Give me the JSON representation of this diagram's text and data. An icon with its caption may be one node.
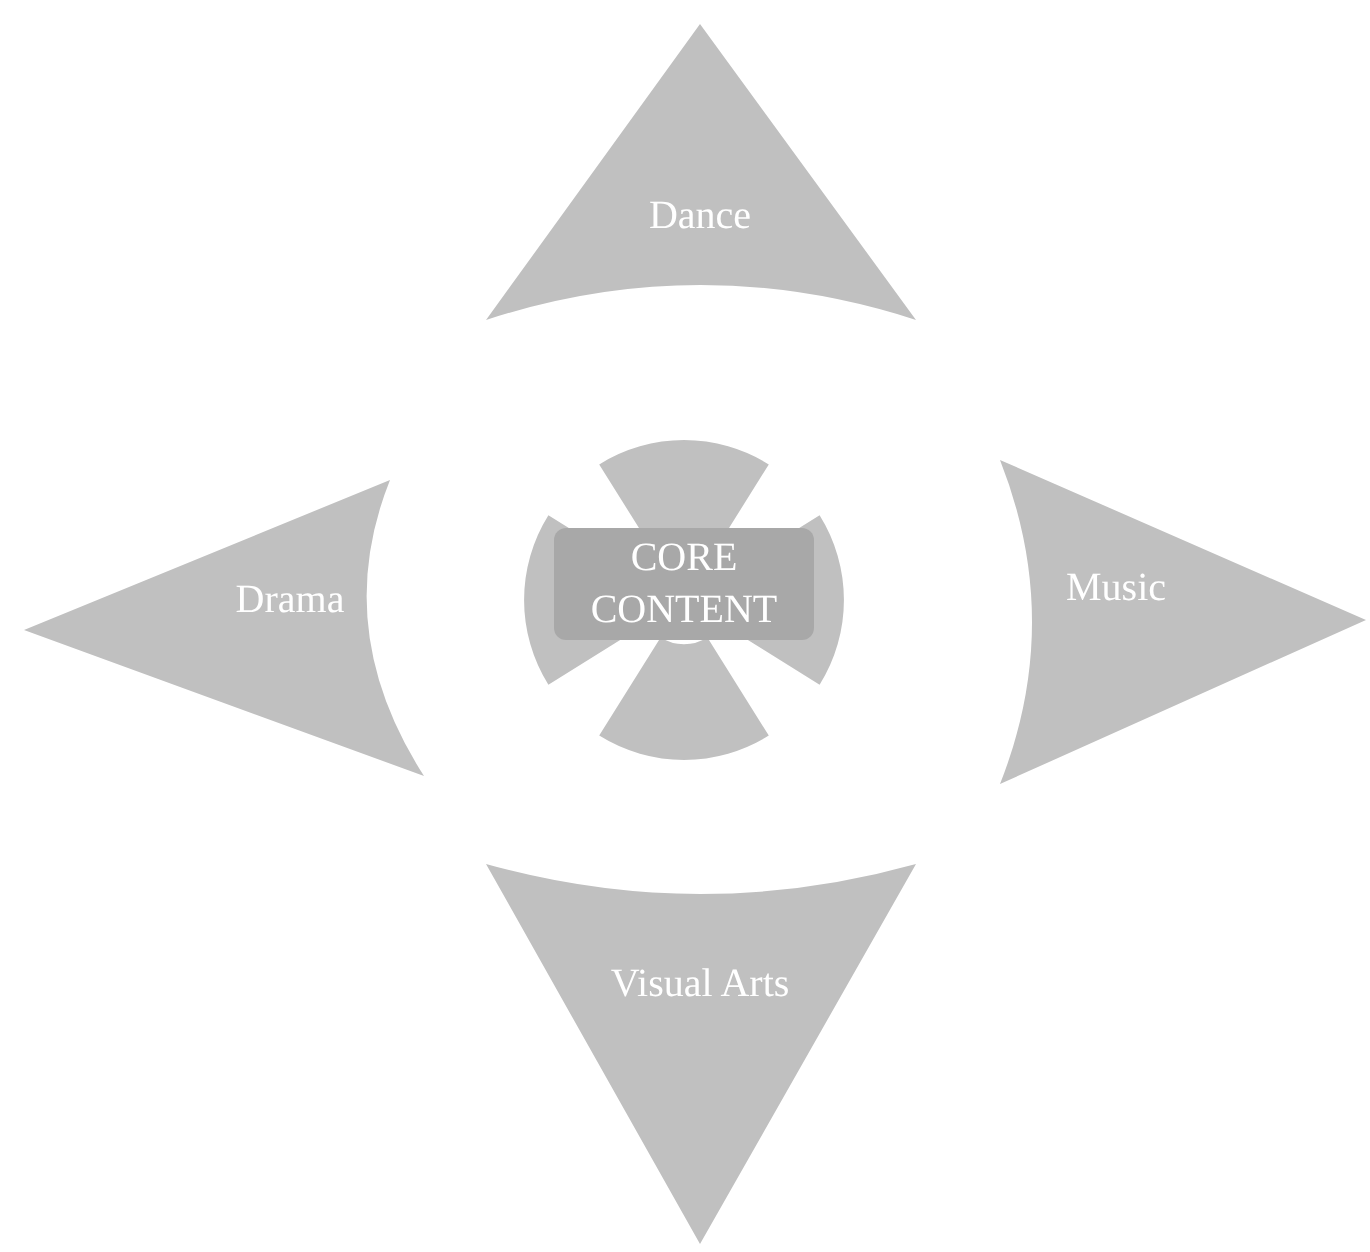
{
  "diagram": {
    "nodes": [
      {
        "text": [
          "Dance"
        ]
      },
      {
        "text": [
          "Drama"
        ]
      },
      {
        "text": [
          "CORE CONTENT"
        ]
      },
      {
        "text": [
          "Music"
        ]
      },
      {
        "text": [
          "Visual Arts"
        ]
      }
    ]
  }
}
